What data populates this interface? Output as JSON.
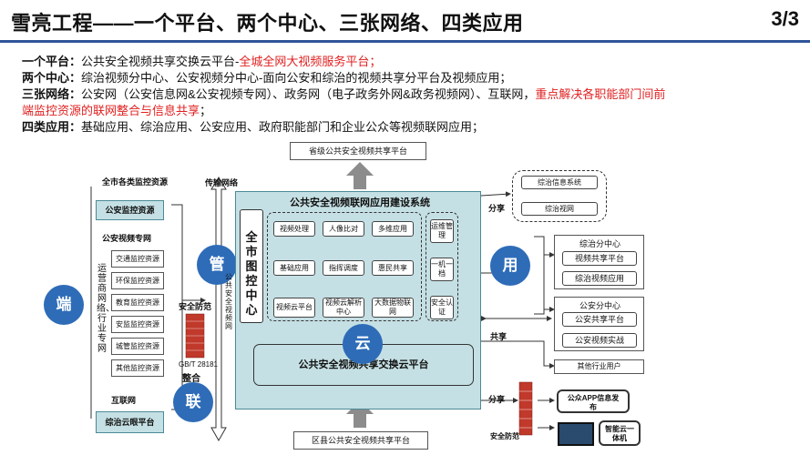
{
  "header": {
    "title": "雪亮工程——一个平台、两个中心、三张网络、四类应用",
    "page": "3/3"
  },
  "intro": {
    "line1_label": "一个平台：",
    "line1_text": "公共安全视频共享交换云平台-",
    "line1_red": "全城全网大视频服务平台；",
    "line2_label": "两个中心：",
    "line2_text": "综治视频分中心、公安视频分中心-面向公安和综治的视频共享分平台及视频应用；",
    "line3_label": "三张网络：",
    "line3_text": "公安网（公安信息网&公安视频专网）、政务网（电子政务外网&政务视频网）、互联网，",
    "line3_red": "重点解决各职能部门间前",
    "line4_red": "端监控资源的联网整合与信息共享",
    "line4_tail": "；",
    "line5_label": "四类应用：",
    "line5_text": "基础应用、综治应用、公安应用、政府职能部门和企业公众等视频联网应用；"
  },
  "diagram": {
    "top_platform": "省级公共安全视频共享平台",
    "bottom_platform": "区县公共安全视频共享平台",
    "left_title": "全市各类监控资源",
    "police_resource": "公安监控资源",
    "police_net": "公安视频专网",
    "vertical_label": "运营商网络、行业专网",
    "resources": [
      "交通监控资源",
      "环保监控资源",
      "教育监控资源",
      "安监监控资源",
      "城管监控资源",
      "其他监控资源"
    ],
    "internet": "互联网",
    "zz_platform": "综治云眼平台",
    "transport": "传输网络",
    "security": "安全防范",
    "standard": "GB/T 28181",
    "integrate": "整合",
    "public_net": "公共安全视频网",
    "system_title": "公共安全视频联网应用建设系统",
    "center": "全市图控中心",
    "modules": [
      "视频处理",
      "人像比对",
      "多维应用",
      "基础应用",
      "指挥调度",
      "惠民共享",
      "视频云平台",
      "视频云解析中心",
      "大数据物联网"
    ],
    "side_modules": [
      "运维管理",
      "一机一档",
      "安全认证"
    ],
    "exchange": "公共安全视频共享交换云平台",
    "circles": {
      "duan": "端",
      "guan": "管",
      "lian": "联",
      "yun": "云",
      "yong": "用"
    },
    "share": "分享",
    "share2": "共享",
    "share3": "分享",
    "info_systems": [
      "综治信息系统",
      "综治视网"
    ],
    "zz_center": "综治分中心",
    "zz_items": [
      "视频共享平台",
      "综治视频应用"
    ],
    "police_center": "公安分中心",
    "police_items": [
      "公安共享平台",
      "公安视频实战"
    ],
    "other_users": "其他行业用户",
    "app": "公众APP信息发布",
    "security2": "安全防范",
    "cloud": "智能云一体机"
  }
}
